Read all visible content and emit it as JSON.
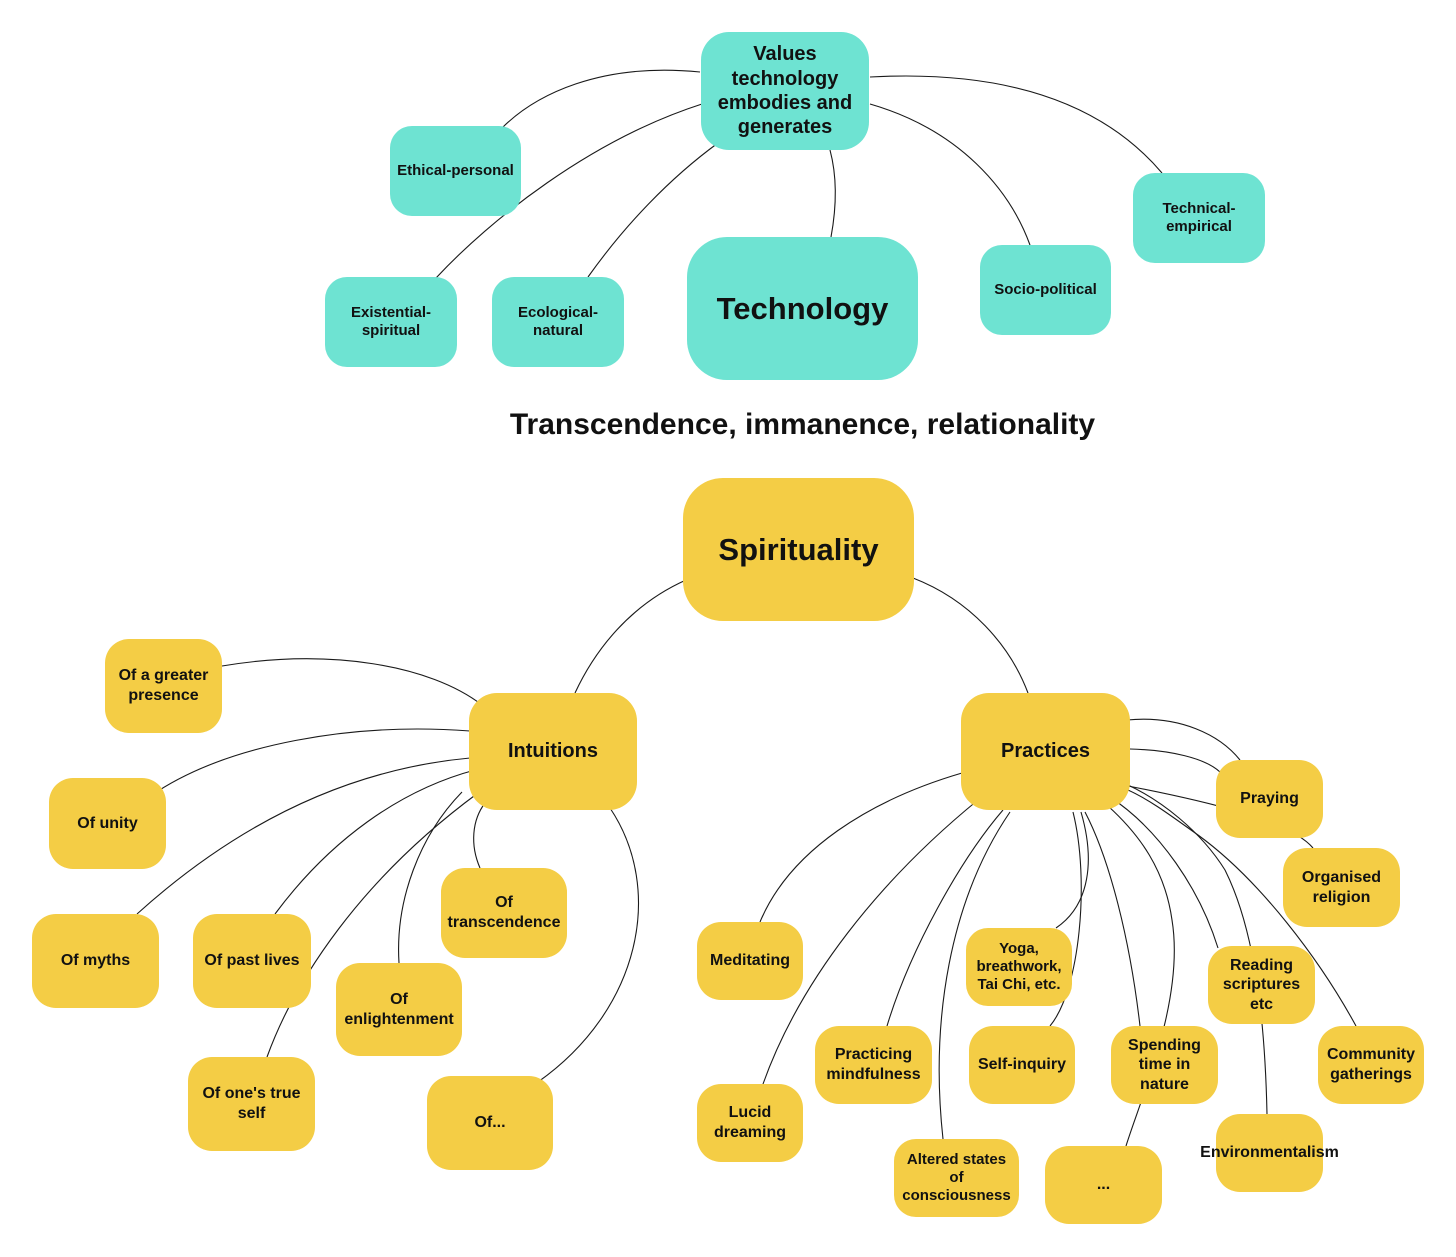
{
  "colors": {
    "technology_accent": "#6ee3d2",
    "spirituality_accent": "#f4cd45",
    "edge": "#1a1a1a"
  },
  "center_title": "Transcendence, immanence, relationality",
  "technology": {
    "root": "Technology",
    "values_hub": "Values technology embodies and generates",
    "values": [
      "Ethical-personal",
      "Existential-spiritual",
      "Ecological-natural",
      "Socio-political",
      "Technical-empirical"
    ]
  },
  "spirituality": {
    "root": "Spirituality",
    "intuitions": {
      "label": "Intuitions",
      "items": [
        "Of a greater presence",
        "Of unity",
        "Of myths",
        "Of past lives",
        "Of one's true self",
        "Of enlightenment",
        "Of transcendence",
        "Of..."
      ]
    },
    "practices": {
      "label": "Practices",
      "items": [
        "Meditating",
        "Lucid dreaming",
        "Practicing mindfulness",
        "Altered states of consciousness",
        "Yoga, breathwork, Tai Chi, etc.",
        "Self-inquiry",
        "Spending time in nature",
        "...",
        "Praying",
        "Organised religion",
        "Reading scriptures etc",
        "Environmentalism",
        "Community gatherings"
      ]
    }
  }
}
